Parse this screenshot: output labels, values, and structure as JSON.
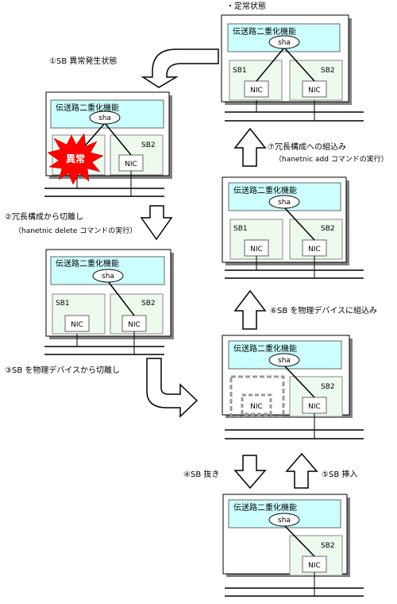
{
  "labels": {
    "steady": "・定常状態",
    "step1": "①SB 異常発生状態",
    "step2a": "②冗長構成から切離し",
    "step2b": "（hanetnic delete コマンドの実行）",
    "step3": "③SB を物理デバイスから切離し",
    "step4": "④SB 抜き",
    "step5": "⑤SB 挿入",
    "step6": "⑥SB を物理デバイスに組込み",
    "step7a": "⑦冗長構成への組込み",
    "step7b": "（hanetnic add コマンドの実行）"
  },
  "box": {
    "func": "伝送路二重化機能",
    "sha": "sha",
    "sb1": "SB1",
    "sb2": "SB2",
    "nic": "NIC",
    "fault": "異常"
  },
  "colors": {
    "func_fill": "#ccffff",
    "sb_fill": "#eefaee",
    "shadow": "#808080",
    "fault": "#ff0000"
  }
}
